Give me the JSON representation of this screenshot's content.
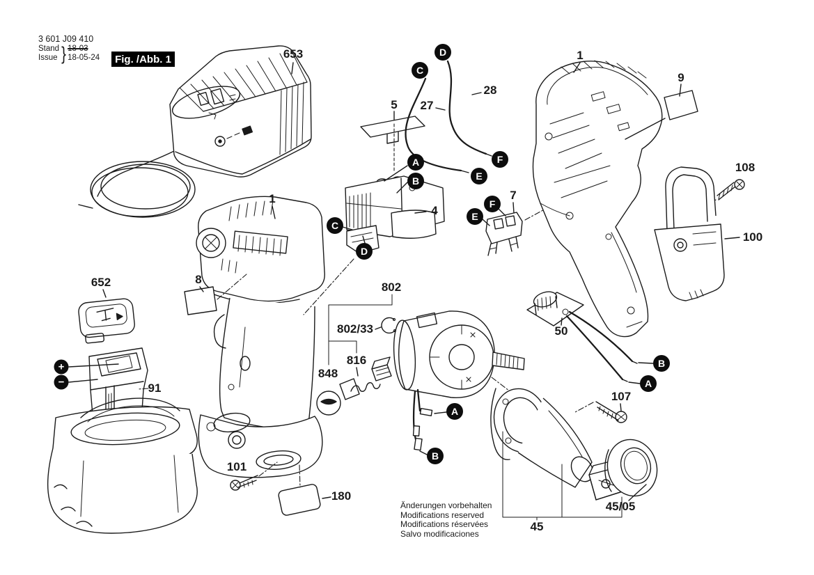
{
  "doc": {
    "part_number": "3 601 J09 410",
    "revision": {
      "stand_label": "Stand",
      "issue_label": "Issue",
      "brace": "}",
      "stand_value": "18-03",
      "issue_value": "18-05-24"
    },
    "figure_badge": "Fig. /Abb. 1",
    "legal_notes": [
      "Änderungen vorbehalten",
      "Modifications reserved",
      "Modifications réservées",
      "Salvo modificaciones"
    ]
  },
  "part_labels": {
    "charger": "653",
    "tool": "1",
    "housing": "1",
    "pushbutton": "5",
    "wire_27": "27",
    "wire_28": "28",
    "switch": "4",
    "terminal_holder": "7",
    "manufacturer_label": "9",
    "clip_screw": "108",
    "belt_clip": "100",
    "contact_cap": "652",
    "side_label": "8",
    "battery_pack": "91",
    "motor": "802",
    "retaining_ring": "802/33",
    "cap": "848",
    "brush_holder": "816",
    "electronic_module": "50",
    "gear_screw": "107",
    "protection_cap": "45/05",
    "gear_assembly": "45",
    "base_screw": "101",
    "type_label": "180"
  },
  "wire_callouts": {
    "a": "A",
    "b": "B",
    "c": "C",
    "d": "D",
    "e": "E",
    "f": "F",
    "plus": "+",
    "minus": "−"
  },
  "colors": {
    "ink": "#1a1a1a",
    "paper": "#ffffff",
    "badge_bg": "#000000",
    "badge_text": "#ffffff"
  }
}
